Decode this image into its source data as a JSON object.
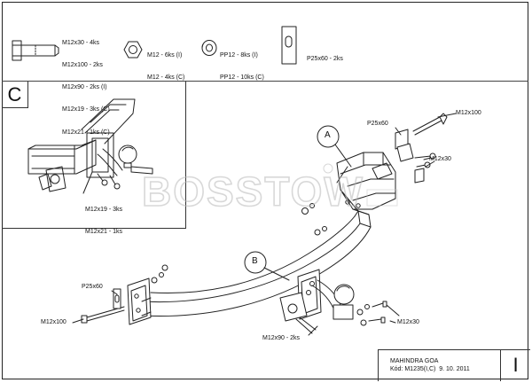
{
  "parts": {
    "bolt": {
      "icon": "hex-bolt-icon",
      "lines": [
        "M12x30 - 4ks",
        "M12x100 - 2ks",
        "M12x90 - 2ks (I)",
        "M12x19 - 3ks (C)",
        "M12x21 - 1ks (C)"
      ]
    },
    "nut": {
      "icon": "hex-nut-icon",
      "lines": [
        "M12 - 6ks (I)",
        "M12 - 4ks (C)"
      ]
    },
    "washer": {
      "icon": "washer-icon",
      "lines": [
        "PP12 - 8ks (I)",
        "PP12 - 10ks (C)"
      ]
    },
    "plate": {
      "icon": "spacer-plate-icon",
      "lines": [
        "P25x60 - 2ks"
      ]
    }
  },
  "inset": {
    "letter": "C",
    "callout_lines": [
      "M12x19 - 3ks",
      "M12x21 - 1ks"
    ]
  },
  "callouts": {
    "a": "A",
    "b": "B",
    "p25_top": "P25x60",
    "m12x100_top": "M12x100",
    "m12x30_top": "M12x30",
    "p25_left": "P25x60",
    "m12x100_left": "M12x100",
    "m12x90": "M12x90 - 2ks",
    "m12x30_bottom": "M12x30"
  },
  "watermark": "BOSSTOW",
  "title_block": {
    "model": "MAHINDRA GOA",
    "code": "Kód: M1235(I,C)  9. 10. 2011",
    "sheet": "I"
  },
  "colors": {
    "line": "#222222",
    "watermark": "#b9b9b9"
  }
}
